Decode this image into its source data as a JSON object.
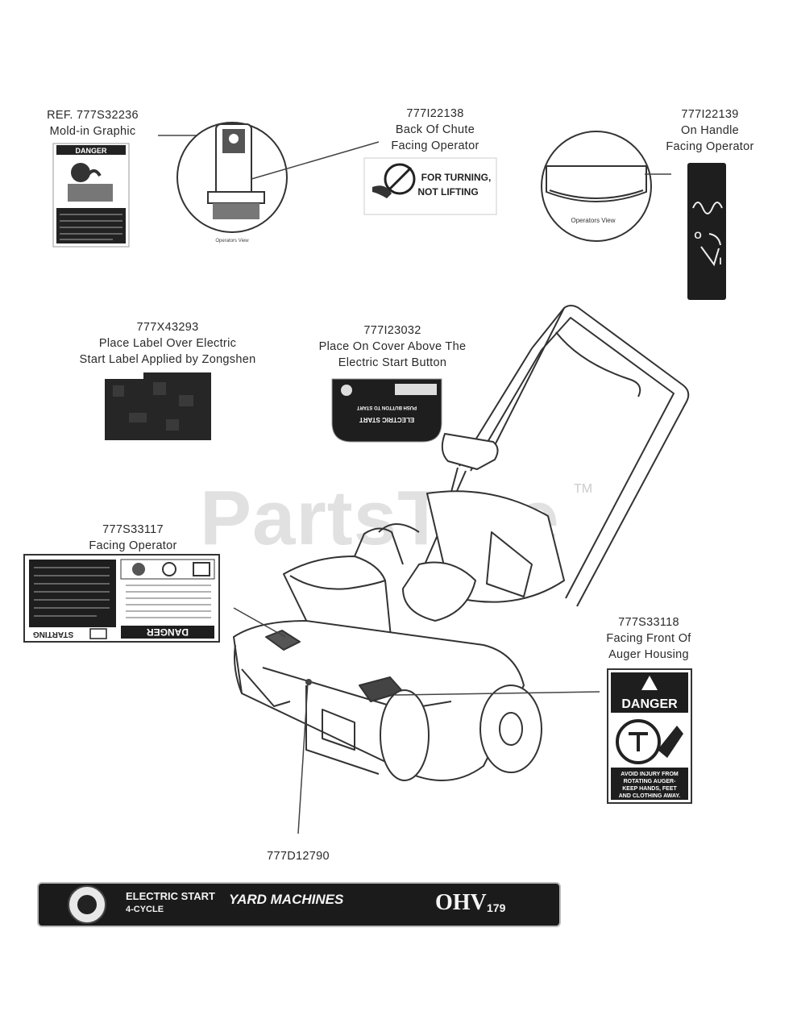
{
  "captions": {
    "ref_mold": [
      "REF. 777S32236",
      "Mold-in Graphic"
    ],
    "chute": [
      "777I22138",
      "Back Of Chute",
      "Facing Operator"
    ],
    "handle": [
      "777I22139",
      "On Handle",
      "Facing Operator"
    ],
    "electric_label": [
      "777X43293",
      "Place Label Over Electric",
      "Start  Label  Applied  by  Zongshen"
    ],
    "cover": [
      "777I23032",
      "Place On Cover Above The",
      "Electric Start Button"
    ],
    "facing_operator": [
      "777S33117",
      "Facing Operator"
    ],
    "auger": [
      "777S33118",
      "Facing Front Of",
      "Auger Housing"
    ],
    "bottom": "777D12790"
  },
  "labels": {
    "mold_danger": "DANGER",
    "operators_view_1": "Operators View",
    "operators_view_2": "Operators View",
    "chute_text": [
      "FOR TURNING,",
      "NOT LIFTING"
    ],
    "electric_start": [
      "ELECTRIC START",
      "PUSH BUTTON TO START"
    ],
    "operator_danger": "DANGER",
    "operator_starting": "STARTING",
    "auger_danger": "DANGER",
    "auger_text": [
      "AVOID INJURY FROM",
      "ROTATING AUGER-",
      "KEEP HANDS, FEET",
      "AND CLOTHING AWAY."
    ],
    "handle_off": "O",
    "handle_on": "I"
  },
  "banner": {
    "electric": "ELECTRIC START",
    "cycle": "4-CYCLE",
    "brand": "YARD MACHINES",
    "ohv": "OHV",
    "cc": "179"
  },
  "watermark": "PartsTree",
  "watermark_tm": "TM"
}
